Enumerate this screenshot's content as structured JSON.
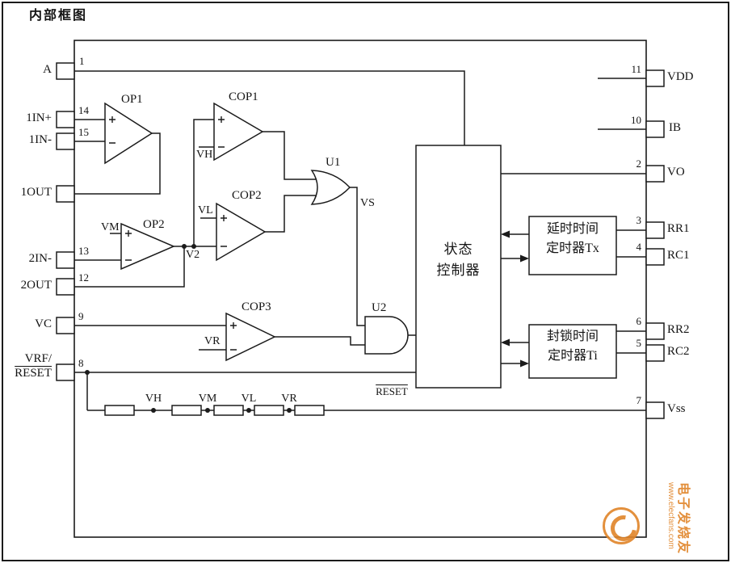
{
  "title": "内部框图",
  "pins": {
    "left": [
      {
        "label": "A",
        "num": "1"
      },
      {
        "label": "1IN+",
        "num": "14"
      },
      {
        "label": "1IN-",
        "num": "15"
      },
      {
        "label": "1OUT"
      },
      {
        "label": "2IN-",
        "num": "13"
      },
      {
        "label": "2OUT",
        "num": "12"
      },
      {
        "label": "VC",
        "num": "9"
      },
      {
        "label": "VRF/",
        "label2": "RESET",
        "num": "8"
      }
    ],
    "right": [
      {
        "label": "VDD",
        "num": "11"
      },
      {
        "label": "IB",
        "num": "10"
      },
      {
        "label": "VO",
        "num": "2"
      },
      {
        "label": "RR1",
        "num": "3"
      },
      {
        "label": "RC1",
        "num": "4"
      },
      {
        "label": "RR2",
        "num": "6"
      },
      {
        "label": "RC2",
        "num": "5"
      },
      {
        "label": "Vss",
        "num": "7"
      }
    ]
  },
  "components": {
    "op1": "OP1",
    "cop1": "COP1",
    "cop2": "COP2",
    "op2": "OP2",
    "cop3": "COP3",
    "u1": "U1",
    "u2": "U2"
  },
  "blocks": {
    "controller": {
      "line1": "状态",
      "line2": "控制器"
    },
    "timer_tx": {
      "line1": "延时时间",
      "line2": "定时器Tx"
    },
    "timer_ti": {
      "line1": "封锁时间",
      "line2": "定时器Ti"
    }
  },
  "signals": {
    "v2": "V2",
    "vs": "VS",
    "reset": "RESET"
  },
  "refs": {
    "cop1": "VH",
    "cop2": "VL",
    "op2": "VM",
    "cop3": "VR"
  },
  "taps": {
    "vh": "VH",
    "vm": "VM",
    "vl": "VL",
    "vr": "VR"
  },
  "watermark": {
    "brand": "电子发烧友",
    "url": "www.elecfans.com"
  }
}
